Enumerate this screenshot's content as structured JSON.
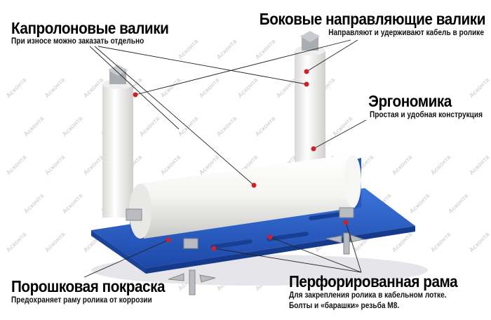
{
  "watermark": "Асконта",
  "callouts": {
    "nylon_rollers": {
      "title": "Капролоновые валики",
      "subtitle": "При износе можно заказать отдельно"
    },
    "side_rollers": {
      "title": "Боковые направляющие валики",
      "subtitle": "Направляют и удерживают кабель в ролике"
    },
    "ergonomics": {
      "title": "Эргономика",
      "subtitle": "Простая и удобная конструкция"
    },
    "powder_coating": {
      "title": "Порошковая покраска",
      "subtitle": "Предохраняет раму ролика от коррозии"
    },
    "perforated_frame": {
      "title": "Перфорированная рама",
      "subtitle_line1": "Для закрепления ролика в кабельном лотке.",
      "subtitle_line2": "Болты и «барашки» резьба М8."
    }
  },
  "colors": {
    "frame": "#2a5fc4",
    "roller": "#f2f2f0",
    "marker": "#d0202a"
  }
}
